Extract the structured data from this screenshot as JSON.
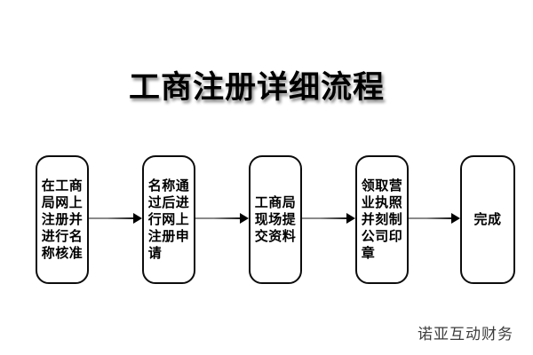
{
  "page": {
    "title": "工商注册详细流程",
    "watermark": "诺亚互动财务"
  },
  "flow": {
    "steps": [
      {
        "label": "在工商\n局网上\n注册并\n进行名\n称核准"
      },
      {
        "label": "名称通\n过后进\n行网上\n注册申\n请"
      },
      {
        "label": "工商局\n现场提\n交资料"
      },
      {
        "label": "领取营\n业执照\n并刻制\n公司印\n章"
      },
      {
        "label": "完成"
      }
    ]
  },
  "colors": {
    "background": "#ffffff",
    "box_border": "#0c0c0c",
    "box_text": "#000000",
    "arrow_shaft": "#8a8a8a",
    "arrow_head": "#000000",
    "watermark_text": "#3d3d3d"
  }
}
